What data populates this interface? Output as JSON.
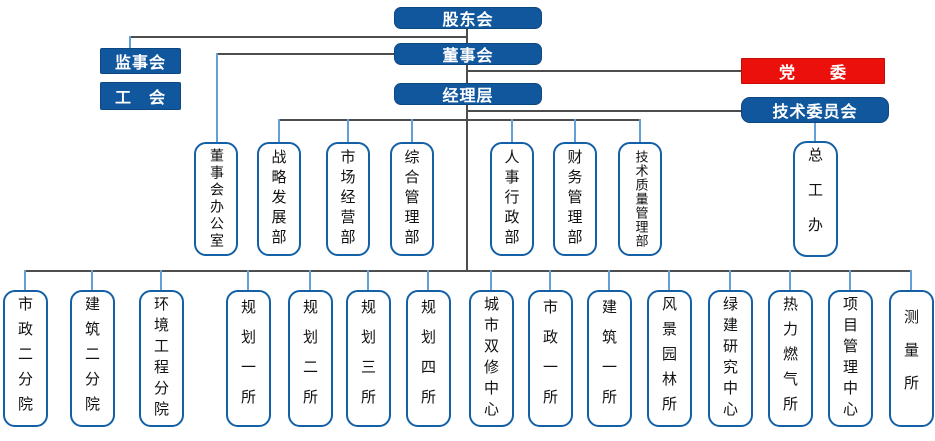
{
  "top": {
    "shareholders": "股东会",
    "board": "董事会",
    "management": "经理层",
    "supervisory": "监事会",
    "union": "工　会",
    "party": "党　　委",
    "tech_committee": "技术委员会"
  },
  "mid_departments": {
    "items": [
      {
        "label": "董事会办公室"
      },
      {
        "label": "战略发展部"
      },
      {
        "label": "市场经营部"
      },
      {
        "label": "综合管理部"
      },
      {
        "label": "人事行政部"
      },
      {
        "label": "财务管理部"
      },
      {
        "label": "技术质量管理部"
      }
    ]
  },
  "chief_engineer": {
    "label": "总工办"
  },
  "bottom_units": {
    "items": [
      {
        "label": "市政二分院"
      },
      {
        "label": "建筑二分院"
      },
      {
        "label": "环境工程分院"
      },
      {
        "label": "规划一所"
      },
      {
        "label": "规划二所"
      },
      {
        "label": "规划三所"
      },
      {
        "label": "规划四所"
      },
      {
        "label": "城市双修中心"
      },
      {
        "label": "市政一所"
      },
      {
        "label": "建筑一所"
      },
      {
        "label": "风景园林所"
      },
      {
        "label": "绿建研究中心"
      },
      {
        "label": "热力燃气所"
      },
      {
        "label": "项目管理中心"
      },
      {
        "label": "测量所"
      }
    ]
  },
  "colors": {
    "primary_blue": "#11579d",
    "party_red": "#ec100c",
    "connector_dark": "#4d4d4d",
    "connector_blue": "#63a0d8"
  }
}
